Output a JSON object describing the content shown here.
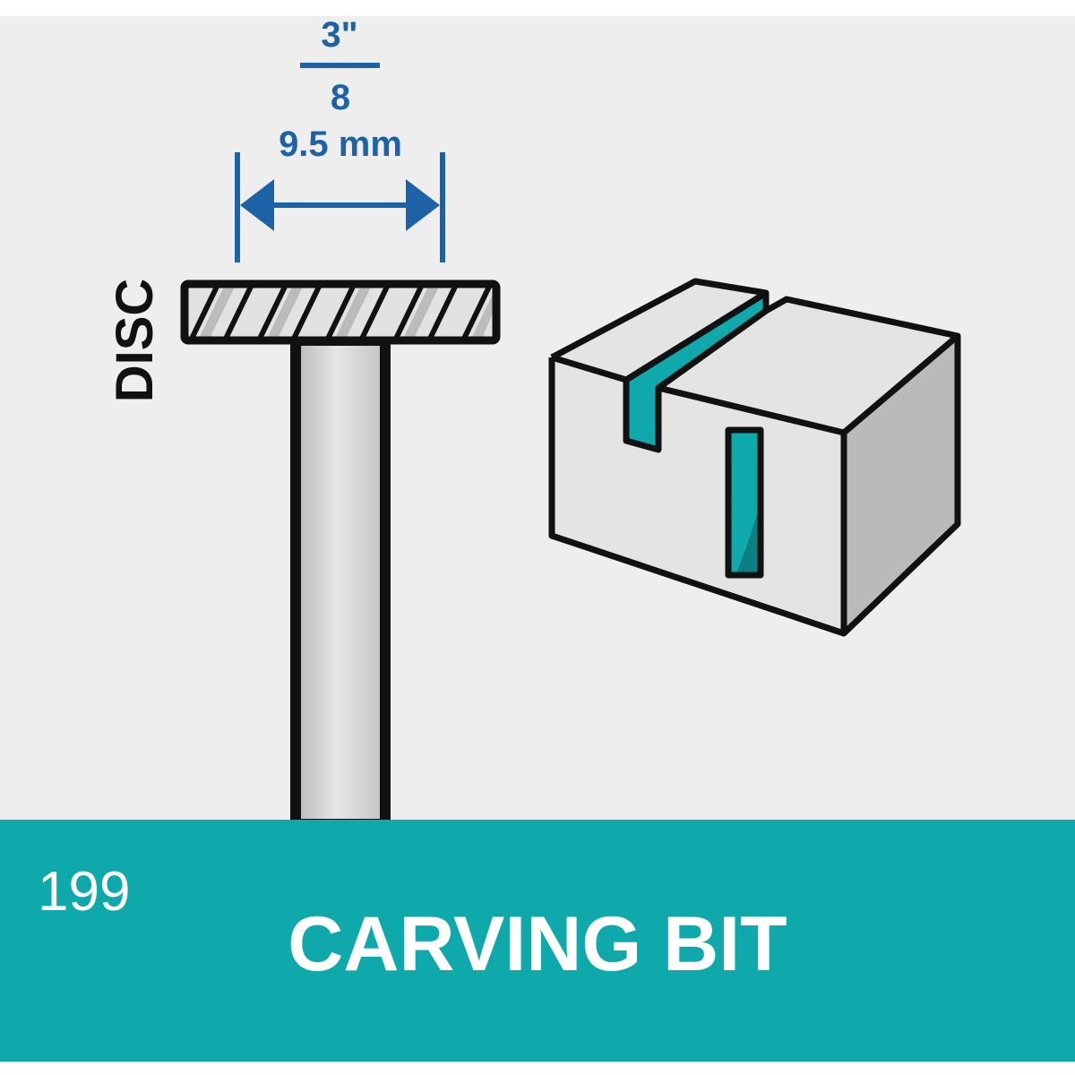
{
  "colors": {
    "background": "#efeeee",
    "dimension_blue": "#1d62a6",
    "teal": "#0fa9ab",
    "outline": "#111111",
    "steel_light": "#dcdcdc",
    "block_face": "#e4e4e4",
    "block_side": "#b9bbbb",
    "banner_text": "#ffffff"
  },
  "dimension": {
    "fraction_numerator": "3\"",
    "fraction_denominator": "8",
    "metric": "9.5 mm"
  },
  "bit": {
    "head_type_label": "DISC"
  },
  "icons": {
    "dimension_arrow": "double-headed-arrow-icon",
    "workpiece": "carved-block-icon"
  },
  "banner": {
    "product_number": "199",
    "product_name": "CARVING BIT"
  }
}
